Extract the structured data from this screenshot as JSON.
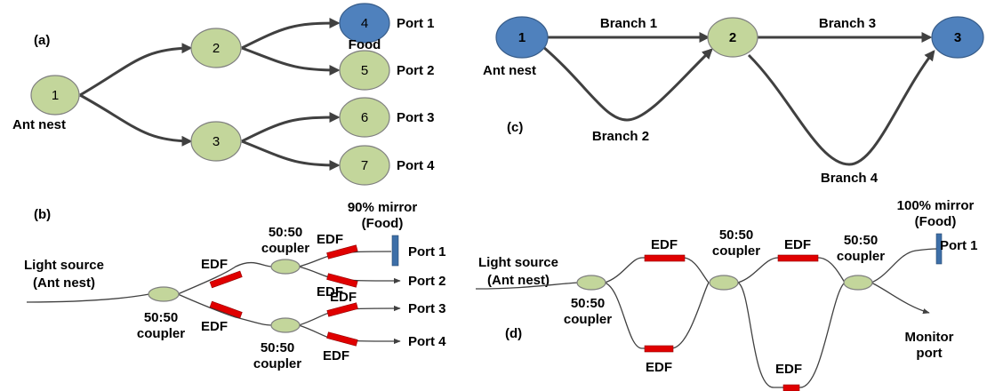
{
  "panel_a": {
    "label": "(a)",
    "nodes": [
      "1",
      "2",
      "3",
      "4",
      "5",
      "6",
      "7"
    ],
    "node_labels": {
      "ant_nest": "Ant nest",
      "food": "Food"
    },
    "ports": [
      "Port 1",
      "Port 2",
      "Port 3",
      "Port 4"
    ]
  },
  "panel_b": {
    "label": "(b)",
    "source": [
      "Light source",
      "(Ant nest)"
    ],
    "coupler": [
      "50:50",
      "coupler"
    ],
    "edf": "EDF",
    "mirror": [
      "90% mirror",
      "(Food)"
    ],
    "ports": [
      "Port 1",
      "Port 2",
      "Port 3",
      "Port 4"
    ]
  },
  "panel_c": {
    "label": "(c)",
    "nodes": [
      "1",
      "2",
      "3"
    ],
    "ant_nest": "Ant nest",
    "branches": [
      "Branch 1",
      "Branch 2",
      "Branch 3",
      "Branch 4"
    ]
  },
  "panel_d": {
    "label": "(d)",
    "source": [
      "Light source",
      "(Ant nest)"
    ],
    "coupler": [
      "50:50",
      "coupler"
    ],
    "edf": "EDF",
    "mirror": [
      "100% mirror",
      "(Food)"
    ],
    "port1": "Port 1",
    "monitor": [
      "Monitor",
      "port"
    ]
  },
  "colors": {
    "green_node": "#c3d69b",
    "blue_node": "#4f81bd",
    "edf": "#e00000",
    "mirror": "#3d6fa8"
  }
}
